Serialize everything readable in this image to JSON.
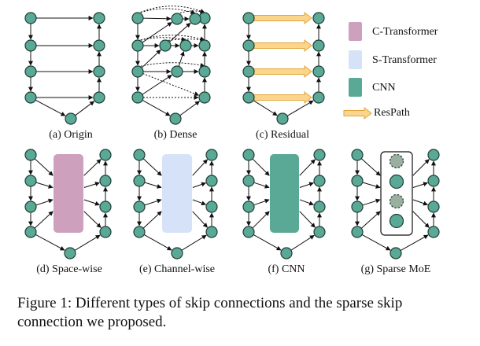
{
  "legend": {
    "c_transformer": "C-Transformer",
    "s_transformer": "S-Transformer",
    "cnn": "CNN",
    "respath": "ResPath"
  },
  "subfigures": {
    "a": "(a) Origin",
    "b": "(b) Dense",
    "c": "(c) Residual",
    "d": "(d) Space-wise",
    "e": "(e)  Channel-wise",
    "f": "(f) CNN",
    "g": "(g) Sparse MoE"
  },
  "caption": "Figure 1: Different types of skip connections and the sparse skip connection we proposed.",
  "colors": {
    "node_fill": "#5aa996",
    "node_stroke": "#1f3d36",
    "c_transformer": "#cda0be",
    "s_transformer": "#d6e2f7",
    "cnn": "#5aa996",
    "respath_fill": "#fbd58c",
    "respath_stroke": "#e0a63c",
    "moe_inactive": "#9aaf9f",
    "edge": "#111111"
  },
  "icons": {
    "respath": "arrow-right-icon"
  }
}
